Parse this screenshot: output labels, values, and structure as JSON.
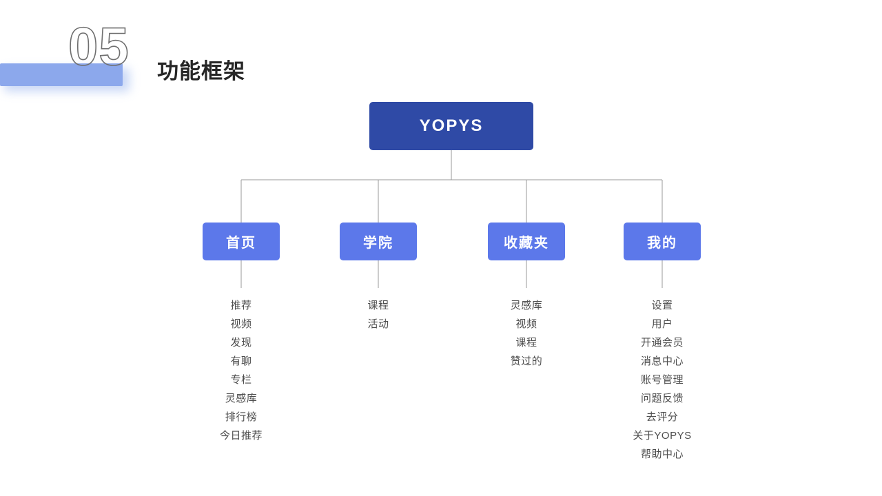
{
  "header": {
    "number": "05",
    "title": "功能框架",
    "bar_color": "#8ca8ec",
    "title_color": "#262626",
    "number_stroke_color": "#6f6f6f"
  },
  "chart_data": {
    "type": "diagram",
    "subtype": "org-chart",
    "title": "功能框架",
    "root": {
      "label": "YOPYS",
      "color": "#2f4aa6",
      "text_color": "#ffffff"
    },
    "branch_color": "#5c78ea",
    "branch_text_color": "#ffffff",
    "connector_color": "#9a9a9a",
    "leaf_text_color": "#4d4d4d",
    "branches": [
      {
        "label": "首页",
        "leaves": [
          "推荐",
          "视频",
          "发现",
          "有聊",
          "专栏",
          "灵感库",
          "排行榜",
          "今日推荐"
        ]
      },
      {
        "label": "学院",
        "leaves": [
          "课程",
          "活动"
        ]
      },
      {
        "label": "收藏夹",
        "leaves": [
          "灵感库",
          "视频",
          "课程",
          "赞过的"
        ]
      },
      {
        "label": "我的",
        "leaves": [
          "设置",
          "用户",
          "开通会员",
          "消息中心",
          "账号管理",
          "问题反馈",
          "去评分",
          "关于YOPYS",
          "帮助中心"
        ]
      }
    ]
  }
}
